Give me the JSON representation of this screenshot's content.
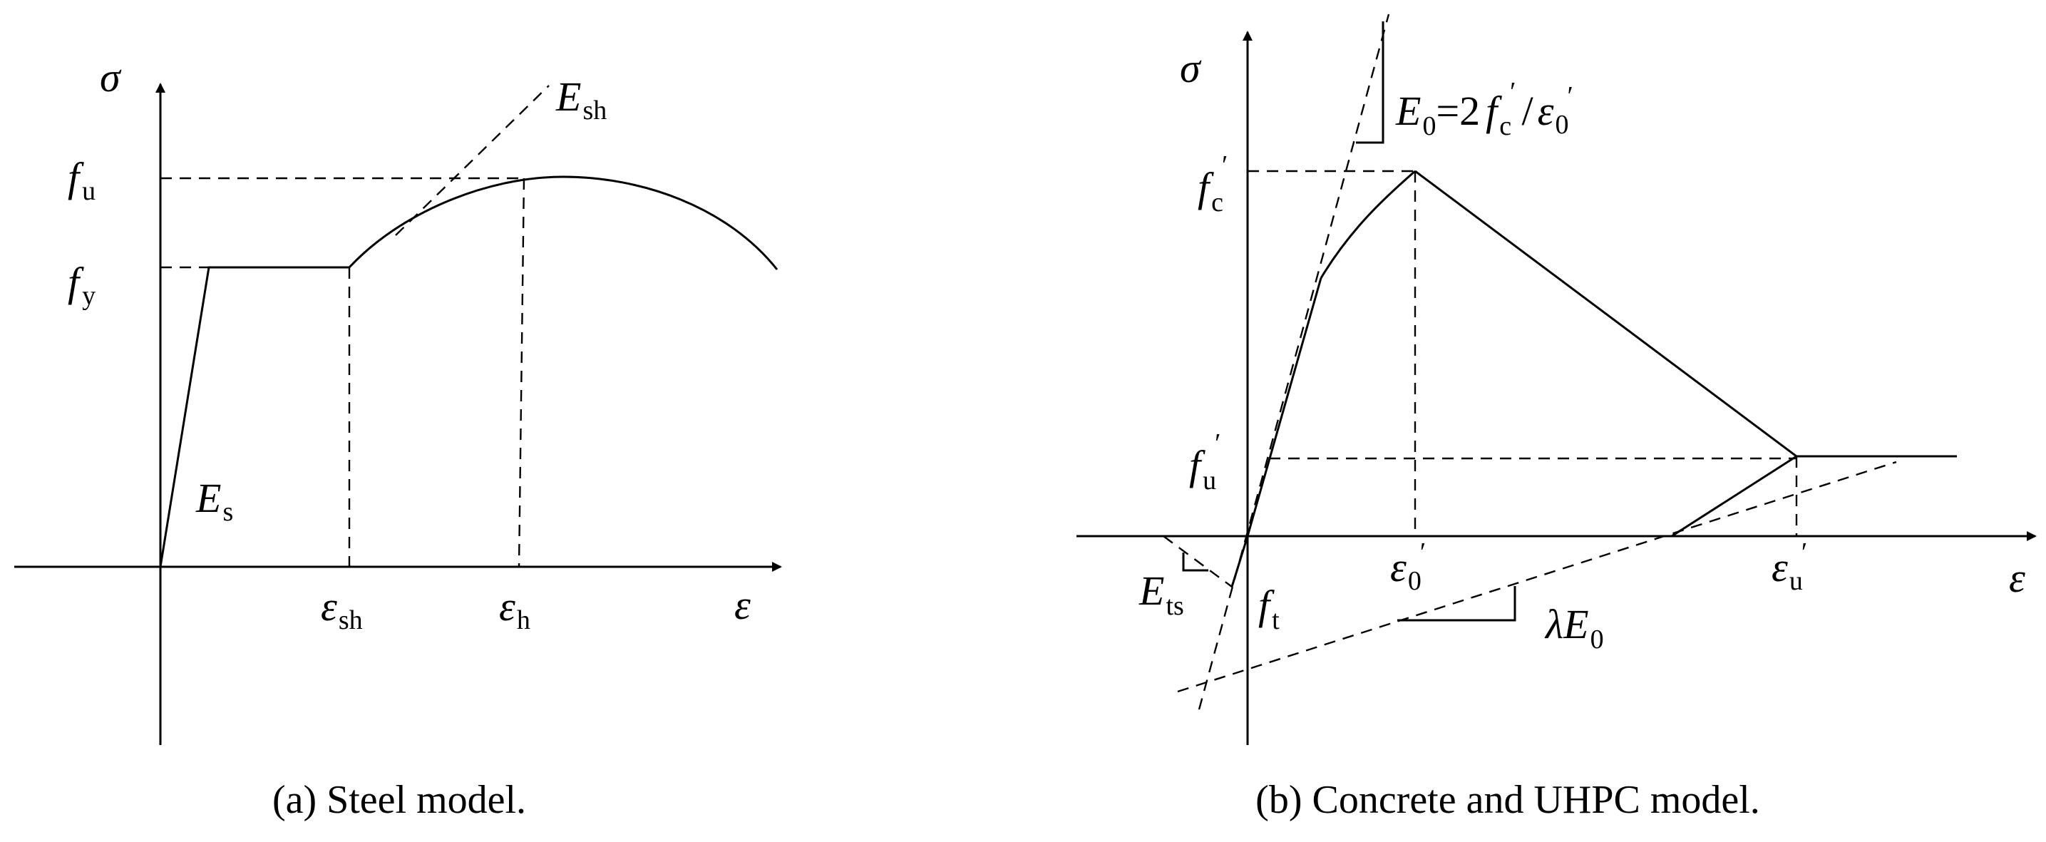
{
  "panel_a": {
    "axis_y": "σ",
    "axis_x": "ε",
    "labels": {
      "fu_main": "f",
      "fu_sub": "u",
      "fy_main": "f",
      "fy_sub": "y",
      "es_main": "E",
      "es_sub": "s",
      "esh_main": "E",
      "esh_sub": "sh",
      "eps_sh_main": "ε",
      "eps_sh_sub": "sh",
      "eps_h_main": "ε",
      "eps_h_sub": "h"
    },
    "caption": "(a) Steel model."
  },
  "panel_b": {
    "axis_y": "σ",
    "axis_x": "ε",
    "labels": {
      "fc_main": "f",
      "fc_sub": "c",
      "fc_prime": "′",
      "fu_main": "f",
      "fu_sub": "u",
      "fu_prime": "′",
      "ft_main": "f",
      "ft_sub": "t",
      "ets_main": "E",
      "ets_sub": "ts",
      "eps0_main": "ε",
      "eps0_sub": "0",
      "eps0_prime": "′",
      "epsu_main": "ε",
      "epsu_sub": "u",
      "epsu_prime": "′",
      "lambda_main": "λE",
      "lambda_sub": "0",
      "e0_eq_E": "E",
      "e0_eq_sub0": "0",
      "e0_eq_mid": "=2",
      "e0_eq_f": "f",
      "e0_eq_csub": "c",
      "e0_eq_prime": "′",
      "e0_eq_slash": "/",
      "e0_eq_eps": "ε",
      "e0_eq_epssub": "0",
      "e0_eq_epsprime": "′"
    },
    "caption": "(b) Concrete and UHPC model."
  }
}
